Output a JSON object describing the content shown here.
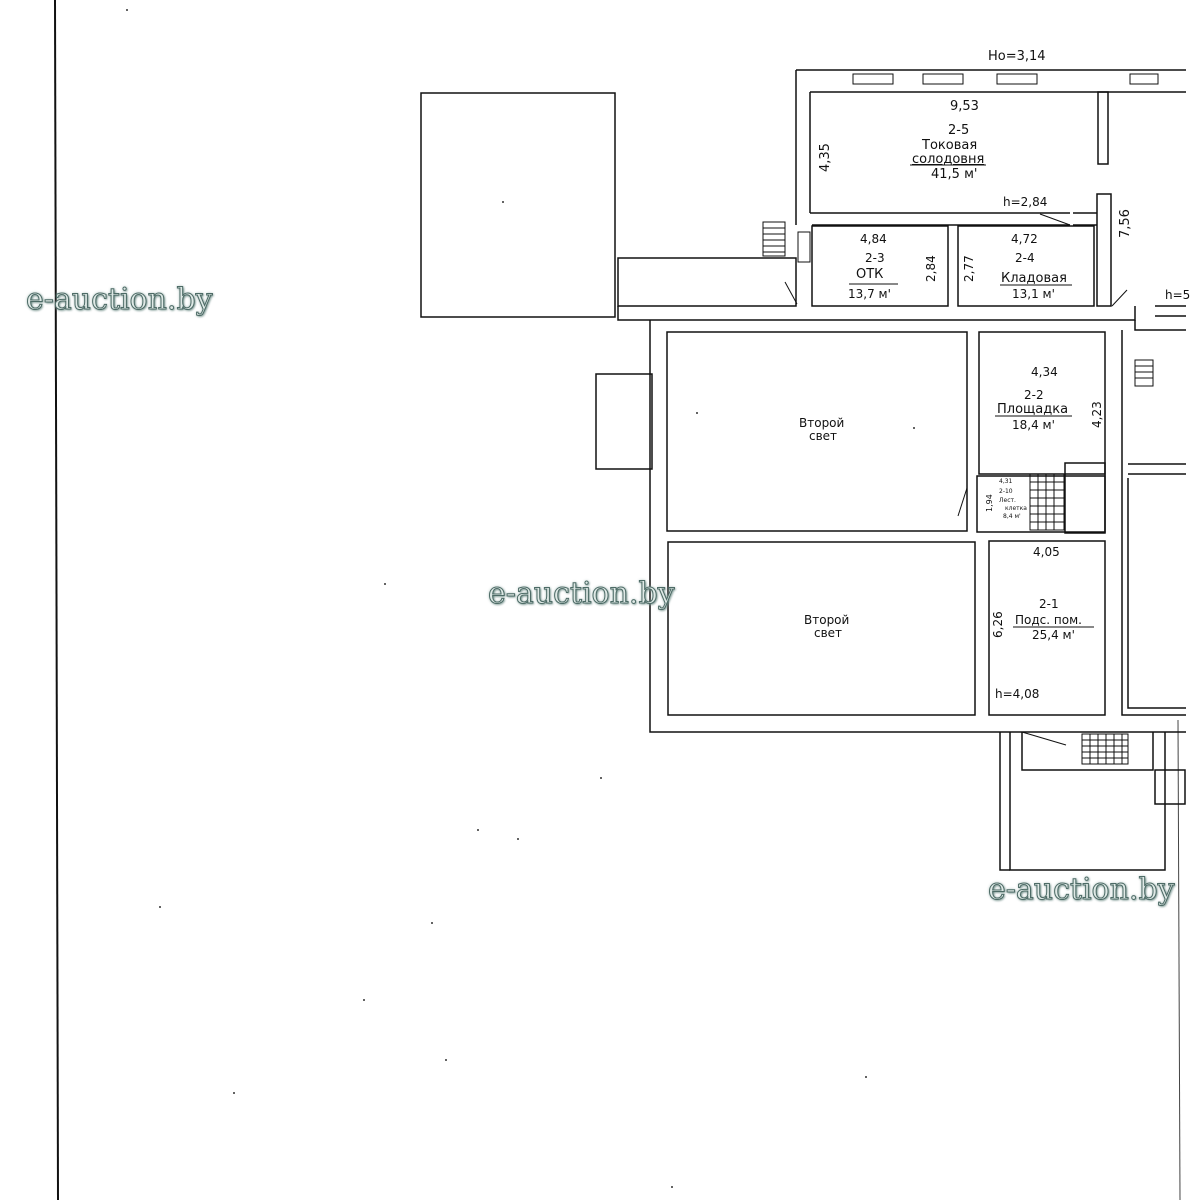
{
  "header": {
    "ceiling_height_label": "Hо=3,14"
  },
  "rooms": {
    "r25": {
      "dim_top": "9,53",
      "dim_side": "4,35",
      "number": "2-5",
      "name_line1": "Токовая",
      "name_line2": "солодовня",
      "area": "41,5 м'"
    },
    "r23": {
      "dim_top": "4,84",
      "dim_side": "2,84",
      "number": "2-3",
      "name": "ОТК",
      "area": "13,7 м'"
    },
    "r24": {
      "dim_top": "4,72",
      "dim_side": "2,77",
      "number": "2-4",
      "name": "Кладовая",
      "area": "13,1 м'"
    },
    "r22": {
      "dim_top": "4,34",
      "dim_side": "4,23",
      "number": "2-2",
      "name": "Площадка",
      "area": "18,4 м'"
    },
    "r210": {
      "dim_top": "4,31",
      "dim_side": "1,94",
      "number": "2-10",
      "name_line1": "Лест.",
      "name_line2": "клетка",
      "area": "8,4 м'"
    },
    "r21": {
      "dim_top": "4,05",
      "dim_side": "6,26",
      "number": "2-1",
      "name": "Подс. пом.",
      "area": "25,4 м'"
    },
    "void1": {
      "line1": "Второй",
      "line2": "свет"
    },
    "void2": {
      "line1": "Второй",
      "line2": "свет"
    }
  },
  "heights": {
    "h_upper": "h=2,84",
    "h_right": "h=5",
    "h_lower": "h=4,08"
  },
  "side_dims": {
    "right_vertical": "7,56"
  },
  "watermarks": [
    "e-auction.by",
    "e-auction.by",
    "e-auction.by"
  ]
}
